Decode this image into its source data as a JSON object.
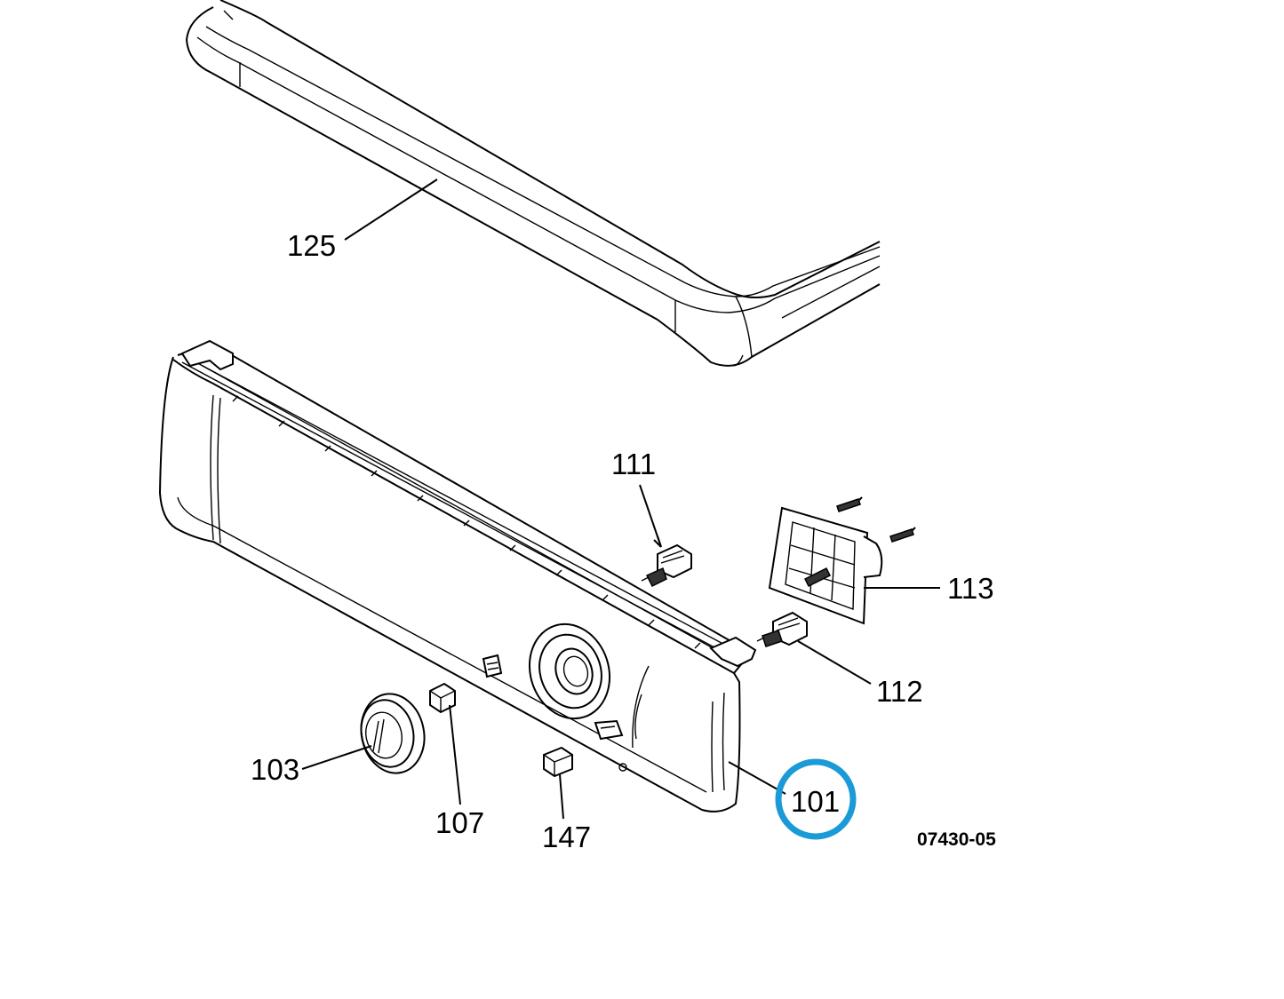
{
  "diagram": {
    "callouts": {
      "c125": "125",
      "c111": "111",
      "c113": "113",
      "c112": "112",
      "c103": "103",
      "c107": "107",
      "c147": "147",
      "c101": "101"
    },
    "drawing_code": "07430-05",
    "highlight": {
      "target": "101",
      "color": "#1a9ad6"
    }
  }
}
